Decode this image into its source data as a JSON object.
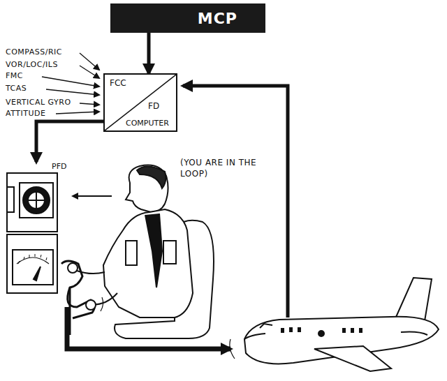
{
  "diagram": {
    "nodes": [
      {
        "text": [
          "MCP"
        ]
      },
      {
        "text": [
          "FCC",
          "FD",
          "COMPUTER"
        ]
      },
      {
        "text": [
          "PFD"
        ]
      }
    ],
    "edges": [
      {
        "from": 0,
        "to": 1,
        "arrow": "to"
      },
      {
        "from": 1,
        "to": 2,
        "arrow": "to"
      }
    ],
    "labels": [
      "COMPASS/RIC",
      "VOR/LOC/ILS",
      "FMC",
      "TCAS",
      "VERTICAL GYRO",
      "ATTITUDE",
      "(YOU ARE IN THE LOOP)"
    ]
  }
}
